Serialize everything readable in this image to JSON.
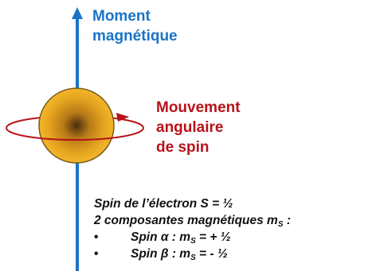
{
  "labels": {
    "moment_line1": "Moment",
    "moment_line2": "magnétique",
    "mouvement_line1": "Mouvement",
    "mouvement_line2": "angulaire",
    "mouvement_line3": "de spin"
  },
  "notes": {
    "line1": "Spin de l’électron S = ½",
    "line2_prefix": "2 composantes magnétiques m",
    "line2_sub": "S",
    "line2_suffix": " :",
    "bullet_symbol": "•",
    "alpha_prefix": "Spin α : m",
    "alpha_sub": "S",
    "alpha_suffix": " = + ½",
    "beta_prefix": "Spin β : m",
    "beta_sub": "S",
    "beta_suffix": " = - ½"
  },
  "colors": {
    "axis_blue": "#1a73c7",
    "ring_red": "#b8121a",
    "sphere_center": "#5a3a12",
    "sphere_mid": "#d9961a",
    "sphere_edge": "#f0b623",
    "sphere_outline": "#7a5a1a"
  }
}
